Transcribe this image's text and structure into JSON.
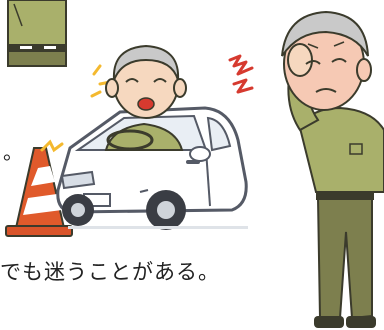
{
  "text": {
    "caption": "でも迷うことがある。",
    "left_mark": "。"
  },
  "icons": [
    "elderly-man-upper-body",
    "white-car",
    "traffic-cone",
    "stress-mark",
    "elderly-man-standing-confused",
    "surprise-marks"
  ],
  "colors": {
    "skin": "#f6d8bf",
    "hair": "#c9c9c9",
    "shirt": "#a9b06b",
    "pants": "#7d7f4e",
    "car": "#ffffff",
    "car_outline": "#555a66",
    "cone_orange": "#e05a2b",
    "accent_red": "#d63a2f",
    "spark_yellow": "#f4b92f"
  }
}
